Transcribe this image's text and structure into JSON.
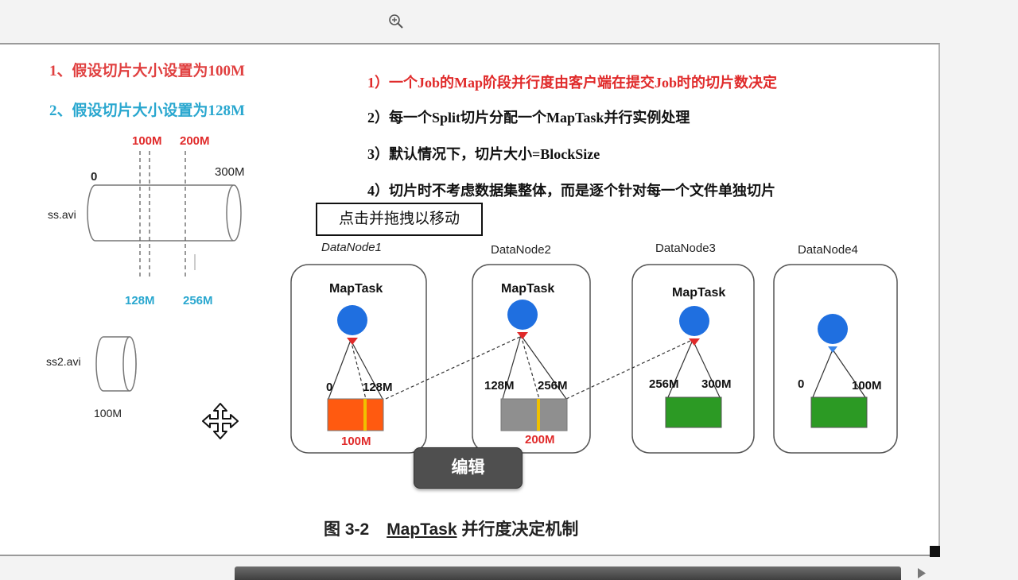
{
  "headings": {
    "h1": "1、假设切片大小设置为100M",
    "h2": "2、假设切片大小设置为128M"
  },
  "rules": [
    "1）一个Job的Map阶段并行度由客户端在提交Job时的切片数决定",
    "2）每一个Split切片分配一个MapTask并行实例处理",
    "3）默认情况下，切片大小=BlockSize",
    "4）切片时不考虑数据集整体，而是逐个针对每一个文件单独切片"
  ],
  "file1": {
    "name": "ss.avi",
    "start": "0",
    "end": "300M",
    "marks_top": [
      "100M",
      "200M"
    ],
    "marks_bottom": [
      "128M",
      "256M"
    ]
  },
  "file2": {
    "name": "ss2.avi",
    "size": "100M"
  },
  "tooltip": "点击并拖拽以移动",
  "nodes": [
    {
      "name": "DataNode1",
      "task": "MapTask",
      "left": "0",
      "right": "128M",
      "bottom": "100M"
    },
    {
      "name": "DataNode2",
      "task": "MapTask",
      "left": "128M",
      "right": "256M",
      "bottom": "200M"
    },
    {
      "name": "DataNode3",
      "task": "MapTask",
      "left": "256M",
      "right": "300M"
    },
    {
      "name": "DataNode4",
      "left": "0",
      "right": "100M"
    }
  ],
  "edit_label": "编辑",
  "caption": {
    "num": "图 3-2",
    "title": "MapTask",
    "rest": "并行度决定机制"
  },
  "colors": {
    "red": "#e02a2a",
    "cyan": "#29a7cf",
    "node": "#1f6fe0",
    "block1": "#ff5a10",
    "block2": "#8f8f8f",
    "block3": "#2c9a24",
    "stripe": "#f0c000"
  }
}
